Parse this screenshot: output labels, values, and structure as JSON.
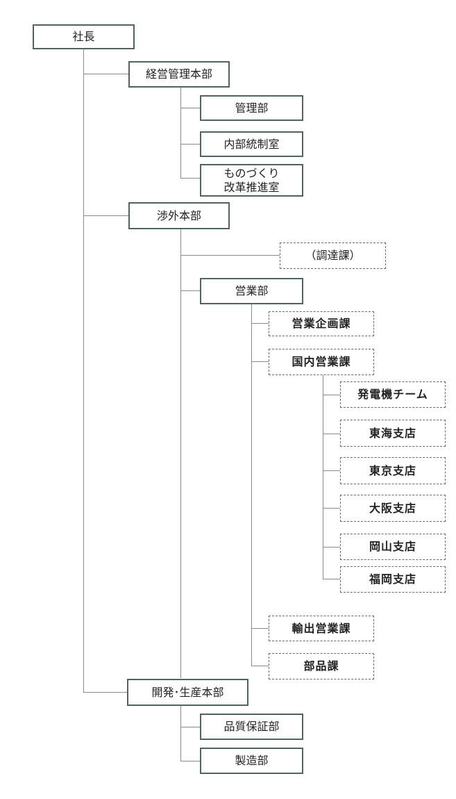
{
  "org": {
    "president": "社長",
    "management_hq": {
      "label": "経営管理本部",
      "management_dept": "管理部",
      "internal_control": "内部統制室",
      "monozukuri_line1": "ものづくり",
      "monozukuri_line2": "改革推進室"
    },
    "external_hq": {
      "label": "渉外本部",
      "procurement": "（調達課）",
      "sales_dept": {
        "label": "営業部",
        "planning": "営業企画課",
        "domestic": {
          "label": "国内営業課",
          "generator_team": "発電機チーム",
          "tokai_branch": "東海支店",
          "tokyo_branch": "東京支店",
          "osaka_branch": "大阪支店",
          "okayama_branch": "岡山支店",
          "fukuoka_branch": "福岡支店"
        },
        "export": "輸出営業課",
        "parts": "部品課"
      }
    },
    "dev_production_hq": {
      "label": "開発･生産本部",
      "quality_assurance": "品質保証部",
      "manufacturing": "製造部"
    }
  }
}
